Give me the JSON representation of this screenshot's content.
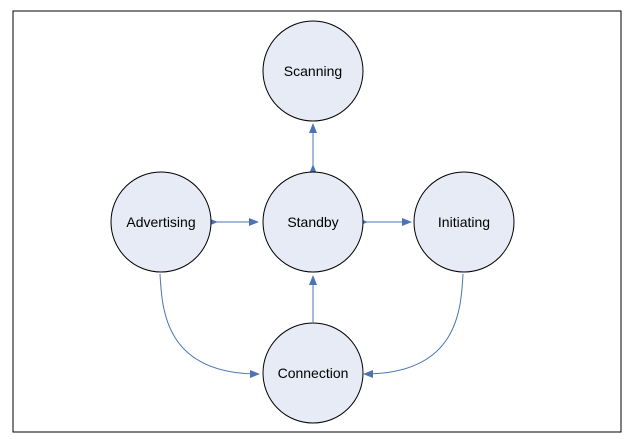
{
  "diagram": {
    "states": {
      "scanning": "Scanning",
      "advertising": "Advertising",
      "standby": "Standby",
      "initiating": "Initiating",
      "connection": "Connection"
    },
    "colors": {
      "state_fill": "#e6ebf5",
      "state_stroke": "#000000",
      "arrow": "#4a74b4",
      "frame": "#000000"
    }
  }
}
